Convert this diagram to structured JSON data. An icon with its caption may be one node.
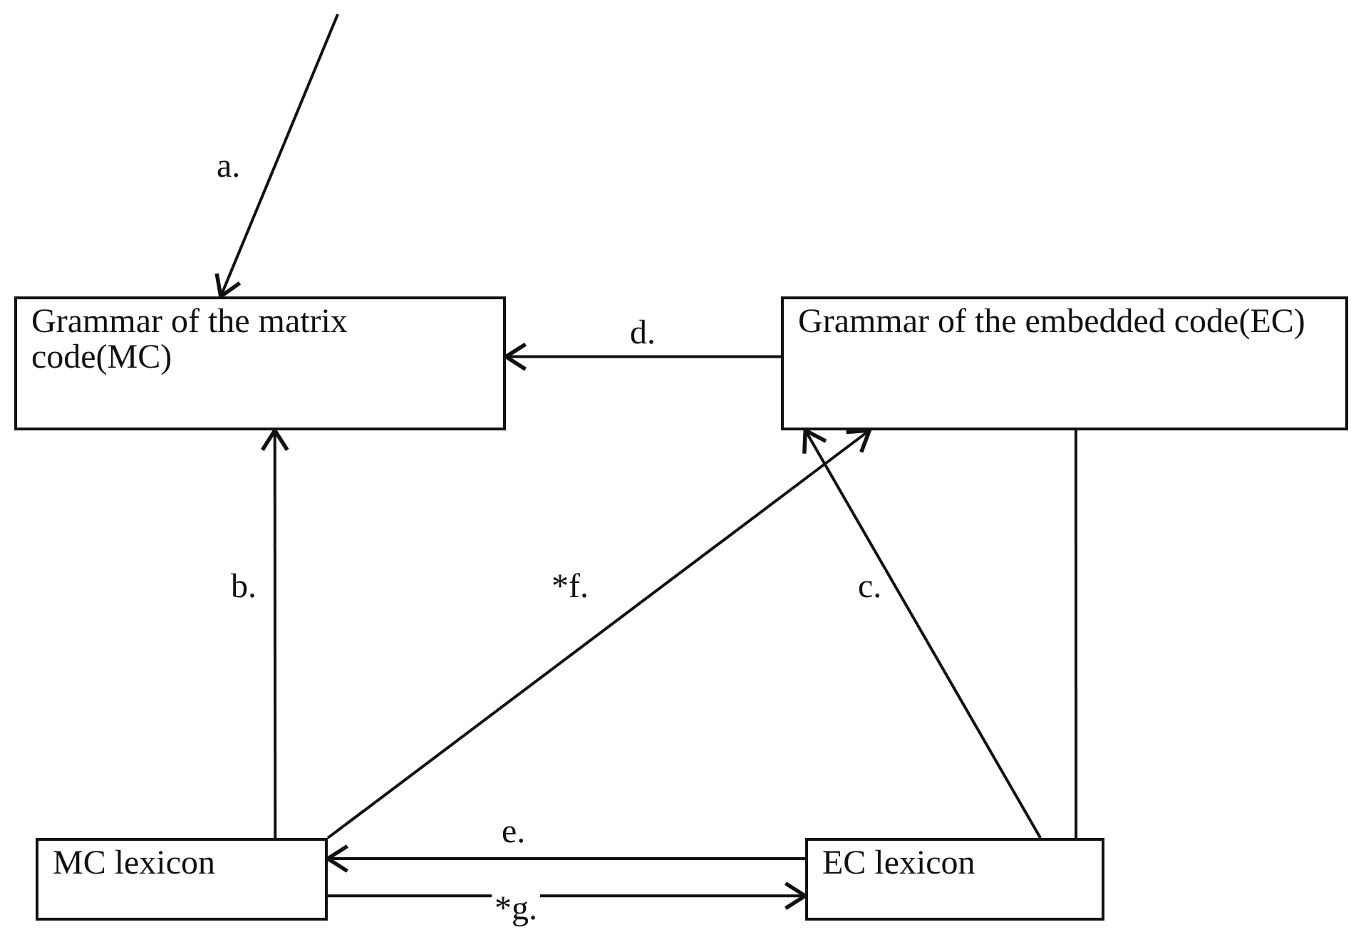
{
  "diagram": {
    "nodes": [
      {
        "text": [
          "Grammar of the matrix code(MC)"
        ]
      },
      {
        "text": [
          "Grammar of the embedded code(EC)"
        ]
      },
      {
        "text": [
          "MC lexicon"
        ]
      },
      {
        "text": [
          "EC lexicon"
        ]
      }
    ],
    "edges": [
      {
        "from": null,
        "to": 0,
        "arrow": "to",
        "label": "a."
      },
      {
        "from": 2,
        "to": 0,
        "arrow": "to",
        "label": "b."
      },
      {
        "from": 3,
        "to": 1,
        "arrow": "to",
        "label": "c."
      },
      {
        "from": 1,
        "to": 0,
        "arrow": "to",
        "label": "d."
      },
      {
        "from": 3,
        "to": 2,
        "arrow": "to",
        "label": "e."
      },
      {
        "from": 2,
        "to": 1,
        "arrow": "to",
        "label": "*f."
      },
      {
        "from": 2,
        "to": 3,
        "arrow": "to",
        "label": "*g."
      },
      {
        "from": 1,
        "to": 3,
        "arrow": "none"
      }
    ]
  }
}
